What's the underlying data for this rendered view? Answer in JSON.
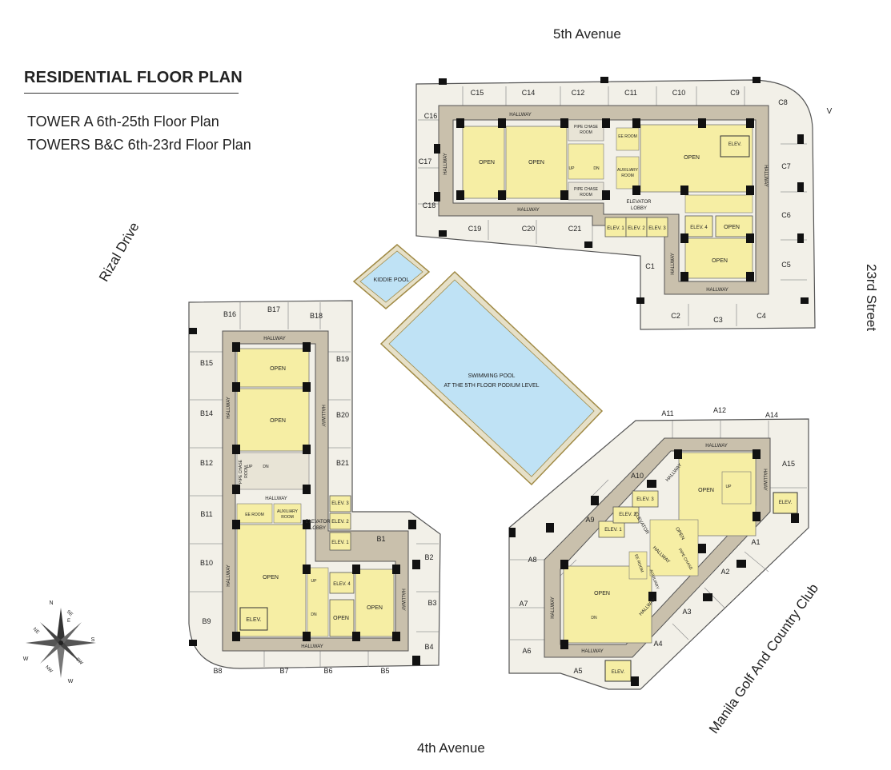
{
  "header": {
    "title": "RESIDENTIAL FLOOR PLAN",
    "line1": "TOWER A  6th-25th Floor Plan",
    "line2": "TOWERS   B&C 6th-23rd Floor Plan"
  },
  "streets": {
    "north": "5th Avenue",
    "south": "4th Avenue",
    "west": "Rizal Drive",
    "east": "23rd Street",
    "southeast": "Manila Golf And Country Club"
  },
  "pools": {
    "kiddie": "KIDDIE POOL",
    "swimming_line1": "SWIMMING POOL",
    "swimming_line2": "AT THE 5TH FLOOR PODIUM LEVEL"
  },
  "labels": {
    "hallway": "HALLWAY",
    "open": "OPEN",
    "elev": "ELEV.",
    "elev1": "ELEV. 1",
    "elev2": "ELEV. 2",
    "elev3": "ELEV. 3",
    "elev4": "ELEV. 4",
    "elevator_lobby_1": "ELEVATOR",
    "elevator_lobby_2": "LOBBY",
    "ee_room": "EE ROOM",
    "aux_room_1": "AUXILIARY",
    "aux_room_2": "ROOM",
    "pipe_chase_1": "PIPE CHASE",
    "pipe_chase_2": "ROOM",
    "up": "UP",
    "dn": "DN",
    "v_mark": "V"
  },
  "tower_c_units": [
    "C1",
    "C2",
    "C3",
    "C4",
    "C5",
    "C6",
    "C7",
    "C8",
    "C9",
    "C10",
    "C11",
    "C12",
    "C14",
    "C15",
    "C16",
    "C17",
    "C18",
    "C19",
    "C20",
    "C21"
  ],
  "tower_b_units": [
    "B1",
    "B2",
    "B3",
    "B4",
    "B5",
    "B6",
    "B7",
    "B8",
    "B9",
    "B10",
    "B11",
    "B12",
    "B14",
    "B15",
    "B16",
    "B17",
    "B18",
    "B19",
    "B20",
    "B21"
  ],
  "tower_a_units": [
    "A1",
    "A2",
    "A3",
    "A4",
    "A5",
    "A6",
    "A7",
    "A8",
    "A9",
    "A10",
    "A11",
    "A12",
    "A14",
    "A15"
  ],
  "compass": {
    "n": "N",
    "ne": "NE",
    "e": "E",
    "se": "SE",
    "s": "S",
    "sw": "SW",
    "w": "W",
    "nw": "NW"
  },
  "colors": {
    "corridor": "#c9c0ac",
    "open_area": "#f6eea4",
    "unit": "#f2f0e8",
    "pool": "#bfe2f5",
    "pool_edge": "#a08a45",
    "wall": "#111111"
  }
}
